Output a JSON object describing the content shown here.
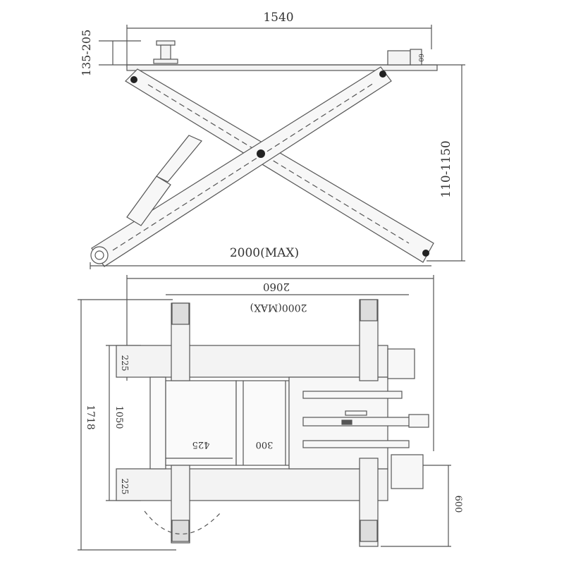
{
  "side_view": {
    "dims": {
      "platform_length": "1540",
      "pad_height": "135-205",
      "lift_height": "110-1150",
      "max_length": "2000(MAX)",
      "small_height": "60"
    }
  },
  "top_view": {
    "dims": {
      "overall_length": "2060",
      "max_length": "2000(MAX)",
      "overall_width": "1718",
      "inner_width": "1050",
      "edge_top": "225",
      "edge_bottom": "225",
      "center_left": "425",
      "center_right": "300",
      "arm_reach": "600"
    }
  },
  "colors": {
    "line": "#555555",
    "fill": "#f3f3f3",
    "dark": "#222222"
  }
}
